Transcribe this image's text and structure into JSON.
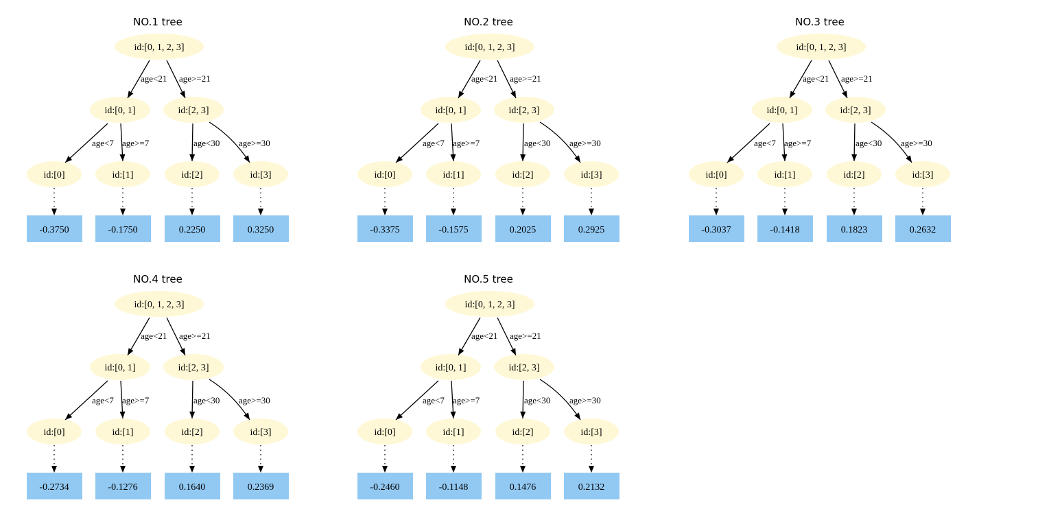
{
  "trees": [
    {
      "title": "NO.1 tree",
      "root": "id:[0, 1, 2, 3]",
      "root_split": {
        "left": "age<21",
        "right": "age>=21"
      },
      "internal": [
        {
          "label": "id:[0, 1]",
          "split": {
            "left": "age<7",
            "right": "age>=7"
          }
        },
        {
          "label": "id:[2, 3]",
          "split": {
            "left": "age<30",
            "right": "age>=30"
          }
        }
      ],
      "leaf_nodes": [
        "id:[0]",
        "id:[1]",
        "id:[2]",
        "id:[3]"
      ],
      "leaf_values": [
        "-0.3750",
        "-0.1750",
        "0.2250",
        "0.3250"
      ]
    },
    {
      "title": "NO.2 tree",
      "root": "id:[0, 1, 2, 3]",
      "root_split": {
        "left": "age<21",
        "right": "age>=21"
      },
      "internal": [
        {
          "label": "id:[0, 1]",
          "split": {
            "left": "age<7",
            "right": "age>=7"
          }
        },
        {
          "label": "id:[2, 3]",
          "split": {
            "left": "age<30",
            "right": "age>=30"
          }
        }
      ],
      "leaf_nodes": [
        "id:[0]",
        "id:[1]",
        "id:[2]",
        "id:[3]"
      ],
      "leaf_values": [
        "-0.3375",
        "-0.1575",
        "0.2025",
        "0.2925"
      ]
    },
    {
      "title": "NO.3 tree",
      "root": "id:[0, 1, 2, 3]",
      "root_split": {
        "left": "age<21",
        "right": "age>=21"
      },
      "internal": [
        {
          "label": "id:[0, 1]",
          "split": {
            "left": "age<7",
            "right": "age>=7"
          }
        },
        {
          "label": "id:[2, 3]",
          "split": {
            "left": "age<30",
            "right": "age>=30"
          }
        }
      ],
      "leaf_nodes": [
        "id:[0]",
        "id:[1]",
        "id:[2]",
        "id:[3]"
      ],
      "leaf_values": [
        "-0.3037",
        "-0.1418",
        "0.1823",
        "0.2632"
      ]
    },
    {
      "title": "NO.4 tree",
      "root": "id:[0, 1, 2, 3]",
      "root_split": {
        "left": "age<21",
        "right": "age>=21"
      },
      "internal": [
        {
          "label": "id:[0, 1]",
          "split": {
            "left": "age<7",
            "right": "age>=7"
          }
        },
        {
          "label": "id:[2, 3]",
          "split": {
            "left": "age<30",
            "right": "age>=30"
          }
        }
      ],
      "leaf_nodes": [
        "id:[0]",
        "id:[1]",
        "id:[2]",
        "id:[3]"
      ],
      "leaf_values": [
        "-0.2734",
        "-0.1276",
        "0.1640",
        "0.2369"
      ]
    },
    {
      "title": "NO.5 tree",
      "root": "id:[0, 1, 2, 3]",
      "root_split": {
        "left": "age<21",
        "right": "age>=21"
      },
      "internal": [
        {
          "label": "id:[0, 1]",
          "split": {
            "left": "age<7",
            "right": "age>=7"
          }
        },
        {
          "label": "id:[2, 3]",
          "split": {
            "left": "age<30",
            "right": "age>=30"
          }
        }
      ],
      "leaf_nodes": [
        "id:[0]",
        "id:[1]",
        "id:[2]",
        "id:[3]"
      ],
      "leaf_values": [
        "-0.2460",
        "-0.1148",
        "0.1476",
        "0.2132"
      ]
    }
  ],
  "colors": {
    "node_fill": "#fff8d6",
    "leaf_fill": "#92c9f3",
    "edge": "#000000"
  }
}
